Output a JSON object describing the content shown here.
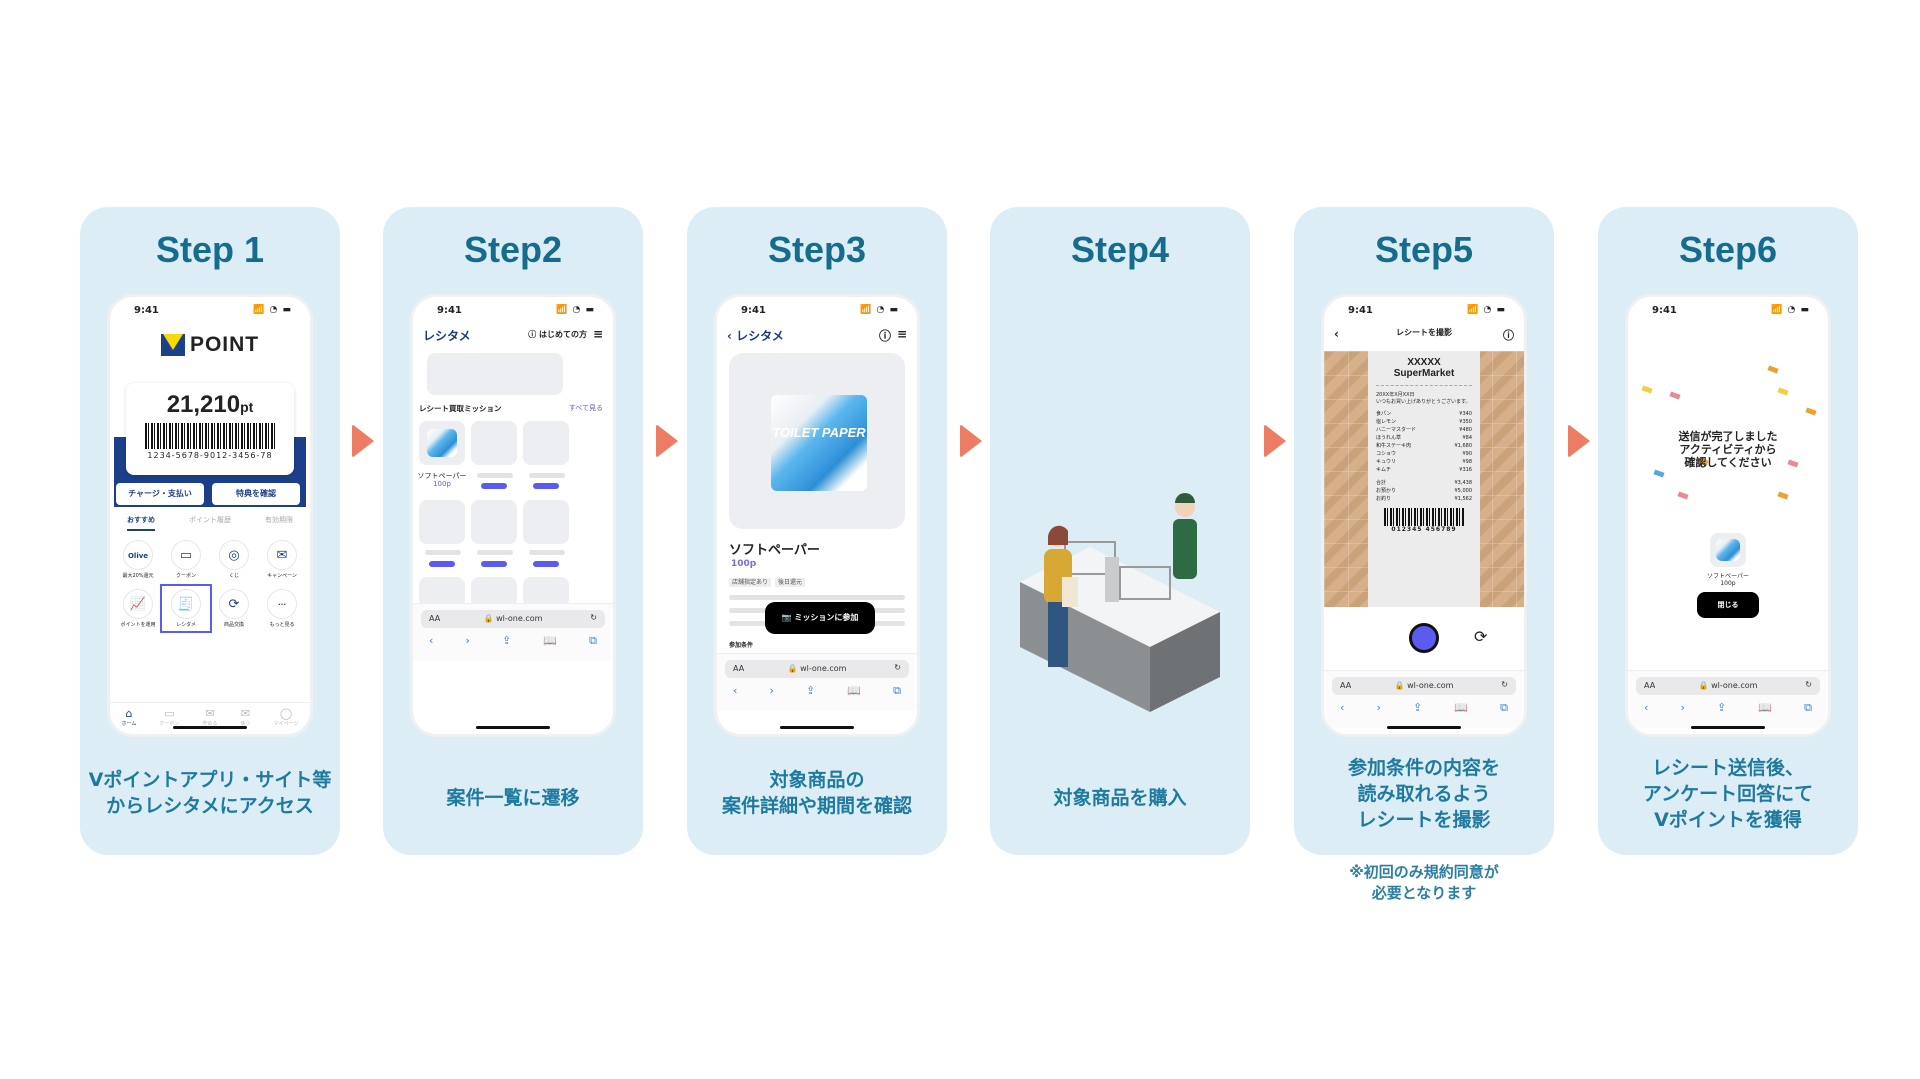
{
  "colors": {
    "panel": "#dcedf6",
    "title": "#156c8d",
    "caption": "#1f7aa0",
    "arrow": "#ee7b63",
    "navy": "#1c3f8a",
    "accent": "#5b5bf0"
  },
  "status": {
    "time": "9:41",
    "signal": "📶 ◔ ▬"
  },
  "browser": {
    "aa": "AA",
    "url": "🔒 wl-one.com",
    "reload": "↻",
    "tools": [
      "‹",
      "›",
      "⇪",
      "📖",
      "⧉"
    ]
  },
  "steps": [
    {
      "title": "Step 1",
      "caption": [
        "Vポイントアプリ・サイト等",
        "からレシタメにアクセス"
      ]
    },
    {
      "title": "Step2",
      "caption": [
        "案件一覧に遷移"
      ]
    },
    {
      "title": "Step3",
      "caption": [
        "対象商品の",
        "案件詳細や期間を確認"
      ]
    },
    {
      "title": "Step4",
      "caption": [
        "対象商品を購入"
      ]
    },
    {
      "title": "Step5",
      "caption": [
        "参加条件の内容を",
        "読み取れるよう",
        "レシートを撮影"
      ]
    },
    {
      "title": "Step6",
      "caption": [
        "レシート送信後、",
        "アンケート回答にて",
        "Vポイントを獲得"
      ]
    }
  ],
  "note": [
    "※初回のみ規約同意が",
    "必要となります"
  ],
  "step1": {
    "logo": "POINT",
    "points": "21,210",
    "unit": "pt",
    "barcode": "1234-5678-9012-3456-78",
    "buttons": [
      "チャージ・支払い",
      "特典を確認"
    ],
    "tabs": [
      "おすすめ",
      "ポイント履歴",
      "有効期限"
    ],
    "icons": [
      {
        "glyph": "Olive",
        "label": "最大20%還元",
        "icon": "olive-icon"
      },
      {
        "glyph": "▭",
        "label": "クーポン",
        "icon": "coupon-icon"
      },
      {
        "glyph": "◎",
        "label": "くじ",
        "icon": "lottery-icon"
      },
      {
        "glyph": "✉",
        "label": "キャンペーン",
        "icon": "campaign-icon"
      },
      {
        "glyph": "📈",
        "label": "ポイントを運用",
        "icon": "invest-icon"
      },
      {
        "glyph": "🧾",
        "label": "レシタメ",
        "icon": "receipt-icon",
        "selected": true
      },
      {
        "glyph": "⟳",
        "label": "商品交換",
        "icon": "exchange-icon"
      },
      {
        "glyph": "···",
        "label": "もっと見る",
        "icon": "more-icon"
      }
    ],
    "nav": [
      {
        "glyph": "⌂",
        "label": "ホーム"
      },
      {
        "glyph": "▭",
        "label": "クーポン"
      },
      {
        "glyph": "✉",
        "label": "貯める"
      },
      {
        "glyph": "✉",
        "label": "使う"
      },
      {
        "glyph": "◯",
        "label": "マイページ"
      }
    ]
  },
  "step2": {
    "app_title": "レシタメ",
    "help": "はじめての方",
    "section": "レシート買取ミッション",
    "see_all": "すべて見る",
    "item_name": "ソフトペーパー",
    "item_points": "100p"
  },
  "step3": {
    "app_title": "レシタメ",
    "package_text": "TOILET PAPER",
    "product": "ソフトペーパー",
    "points": "100p",
    "tags": [
      "店舗指定あり",
      "後日還元"
    ],
    "join": "ミッションに参加",
    "conditions": "参加条件"
  },
  "step5": {
    "header": "レシートを撮影",
    "store": "XXXXX",
    "store2": "SuperMarket",
    "date": "20XX年X月XX日",
    "thanks": "いつもお買い上げありがとうございます。",
    "items": [
      [
        "食パン",
        "¥340"
      ],
      [
        "塩レモン",
        "¥350"
      ],
      [
        "ハニーマスタード",
        "¥480"
      ],
      [
        "ほうれん草",
        "¥84"
      ],
      [
        "和牛ステーキ肉",
        "¥1,680"
      ],
      [
        "コショウ",
        "¥90"
      ],
      [
        "キュウリ",
        "¥98"
      ],
      [
        "キムチ",
        "¥316"
      ]
    ],
    "totals": [
      [
        "合計",
        "¥3,438"
      ],
      [
        "お預かり",
        "¥5,000"
      ],
      [
        "お釣り",
        "¥1,562"
      ]
    ],
    "barcode": "012345 456789"
  },
  "step6": {
    "message": [
      "送信が完了しました",
      "アクティビティから",
      "確認してください"
    ],
    "item_name": "ソフトペーパー",
    "item_points": "100p",
    "close": "閉じる"
  }
}
